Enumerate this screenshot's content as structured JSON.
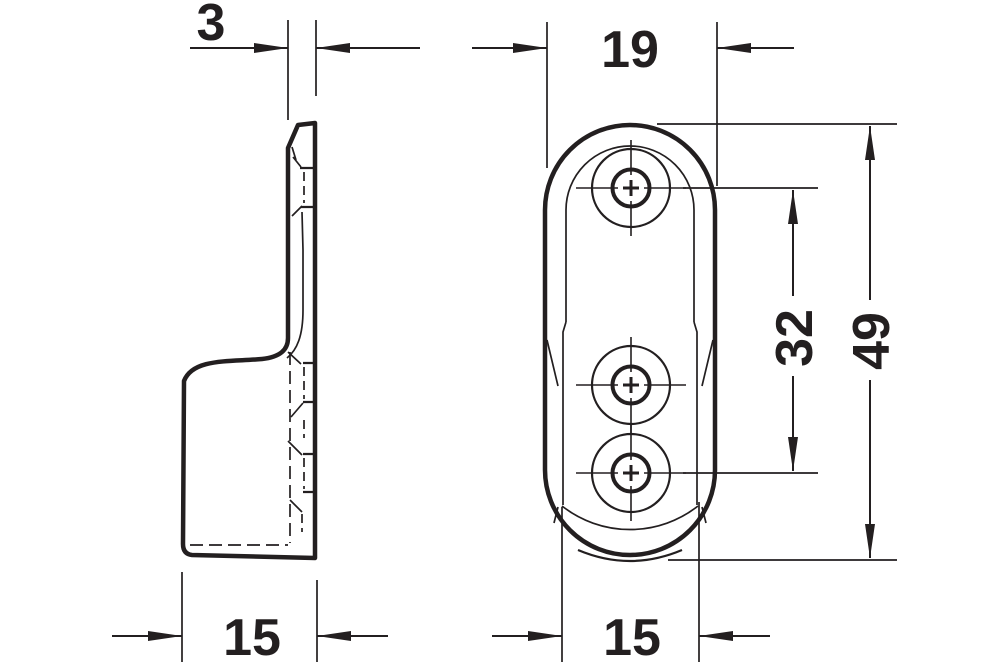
{
  "drawing": {
    "type": "technical-dimension-drawing",
    "hole_count": 3,
    "dimensions": {
      "plate_thickness": "3",
      "front_width": "19",
      "hole_spacing": "32",
      "front_height": "49",
      "side_width": "15",
      "face_width": "15"
    },
    "colors": {
      "line": "#231f20",
      "background": "#ffffff"
    }
  }
}
